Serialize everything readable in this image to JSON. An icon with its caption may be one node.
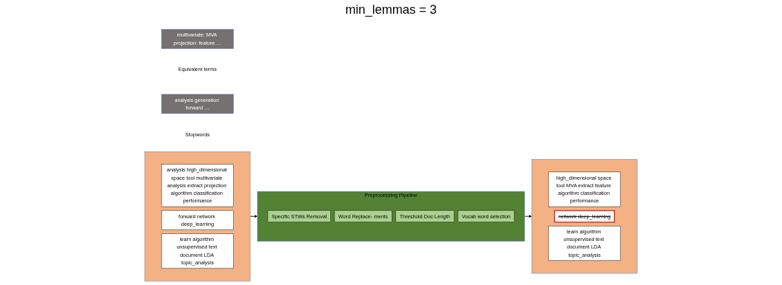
{
  "diagram": {
    "nodes": [
      {
        "text": [],
        "shape": "box"
      },
      {
        "text": [
          "analysis high_dimensional space tool multivariate analysis extract projection algorithm classification performance"
        ],
        "in": 0
      },
      {
        "text": [
          "forward network deep_learning"
        ],
        "in": 0
      },
      {
        "text": [
          "learn algorithm unsupervised text document LDA topic_analysis"
        ],
        "in": 0
      },
      {
        "text": [
          "Preprocessing Pipeline"
        ]
      },
      {
        "text": [
          "Specific STWs Removal"
        ],
        "in": 4
      },
      {
        "text": [
          "Word Replace- ments"
        ],
        "in": 4
      },
      {
        "text": [
          "Threshold Doc Length"
        ],
        "in": 4
      },
      {
        "text": [
          "Vocab word selection"
        ],
        "in": 4
      },
      {
        "text": [],
        "shape": "box"
      },
      {
        "text": [
          "high_dimensional space tool MVA extract feature algorithm classification performance"
        ],
        "in": 9
      },
      {
        "text": [
          "network deep_learning"
        ],
        "in": 9
      },
      {
        "text": [
          "learn algorithm unsupervised text document LDA topic_analysis"
        ],
        "in": 9
      },
      {
        "text": [
          "analysis generation forward …"
        ],
        "beside": [
          "Stopwords"
        ]
      },
      {
        "text": [
          "multivariate: MVA projection: feature …"
        ],
        "beside": [
          "Equivalent terms"
        ]
      }
    ],
    "edges": [
      {
        "from": 0,
        "to": 4,
        "arrow": "to"
      },
      {
        "from": 4,
        "to": 9,
        "arrow": "to"
      }
    ],
    "labels": [
      "min_lemmas = 3"
    ]
  }
}
